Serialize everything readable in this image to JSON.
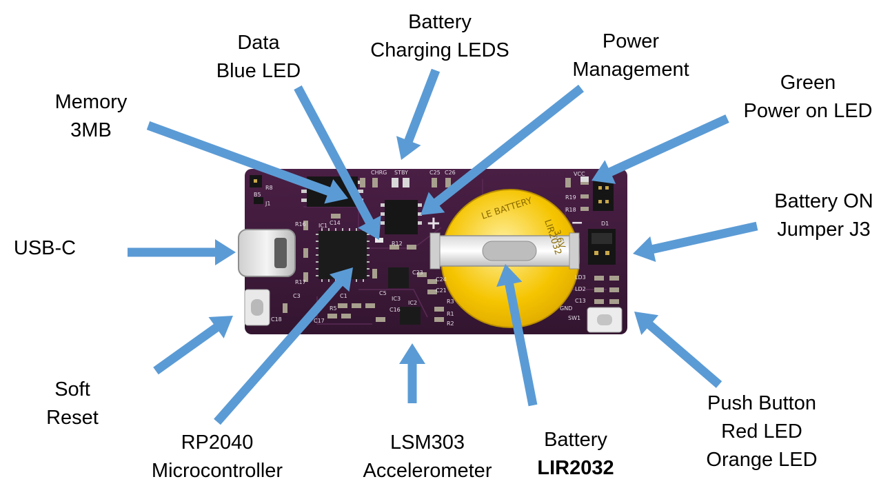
{
  "labels": {
    "battery_charging_leds": {
      "line1": "Battery",
      "line2": "Charging LEDS"
    },
    "data_blue_led": {
      "line1": "Data",
      "line2": "Blue LED"
    },
    "power_management": {
      "line1": "Power",
      "line2": "Management"
    },
    "memory": {
      "line1": "Memory",
      "line2": "3MB"
    },
    "green_power_led": {
      "line1": "Green",
      "line2": "Power on LED"
    },
    "battery_on_jumper": {
      "line1": "Battery ON",
      "line2": "Jumper J3"
    },
    "usb_c": {
      "line1": "USB-C"
    },
    "soft_reset": {
      "line1": "Soft",
      "line2": "Reset"
    },
    "rp2040": {
      "line1": "RP2040",
      "line2": "Microcontroller"
    },
    "lsm303": {
      "line1": "LSM303",
      "line2": "Accelerometer"
    },
    "battery_lir2032": {
      "line1": "Battery",
      "line2": "LIR2032"
    },
    "push_button": {
      "line1": "Push Button",
      "line2": "Red LED",
      "line3": "Orange LED"
    }
  },
  "board": {
    "silkscreen": {
      "chrg": "CHRG",
      "stby": "STBY",
      "c25": "C25",
      "c26": "C26",
      "vcc": "VCC",
      "r19": "R19",
      "r18": "R18",
      "d1": "D1",
      "b5": "B5",
      "r8": "R8",
      "j1": "J1",
      "ic1": "IC1",
      "c14": "C14",
      "r16": "R16",
      "r17": "R17",
      "r12": "R12",
      "c23": "C23",
      "c24": "C24",
      "c21": "C21",
      "c5": "C5",
      "c1": "C1",
      "c3": "C3",
      "ic3": "IC3",
      "ic2": "IC2",
      "r3": "R3",
      "r1": "R1",
      "r2": "R2",
      "c16": "C16",
      "c17": "C17",
      "r5": "R5",
      "c18": "C18",
      "ld3": "LD3",
      "ld2": "LD2",
      "c13": "C13",
      "gnd": "GND",
      "sw1": "SW1",
      "plus": "+",
      "minus": "−"
    },
    "coin_cell_marking": {
      "brand": "LE BATTERY",
      "model": "LIR2032",
      "voltage": "3.6V"
    }
  },
  "colors": {
    "arrow": "#5b9bd5",
    "pcb": "#3a1838",
    "coin_cell": "#f2c200",
    "label_text": "#000000"
  }
}
